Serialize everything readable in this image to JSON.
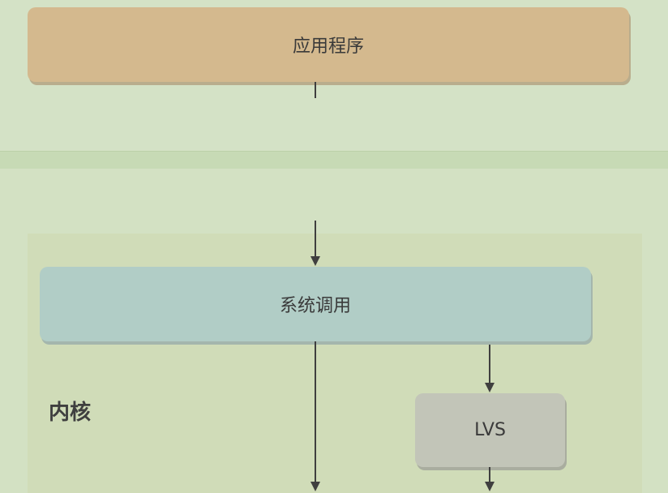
{
  "diagram": {
    "nodes": {
      "app": "应用程序",
      "syscall": "系统调用",
      "lvs": "LVS"
    },
    "regions": {
      "kernel": "内核"
    },
    "edges": [
      {
        "from": "app",
        "to": "syscall"
      },
      {
        "from": "syscall",
        "to": "lvs"
      },
      {
        "from": "syscall",
        "to": "below"
      },
      {
        "from": "lvs",
        "to": "below"
      }
    ]
  }
}
